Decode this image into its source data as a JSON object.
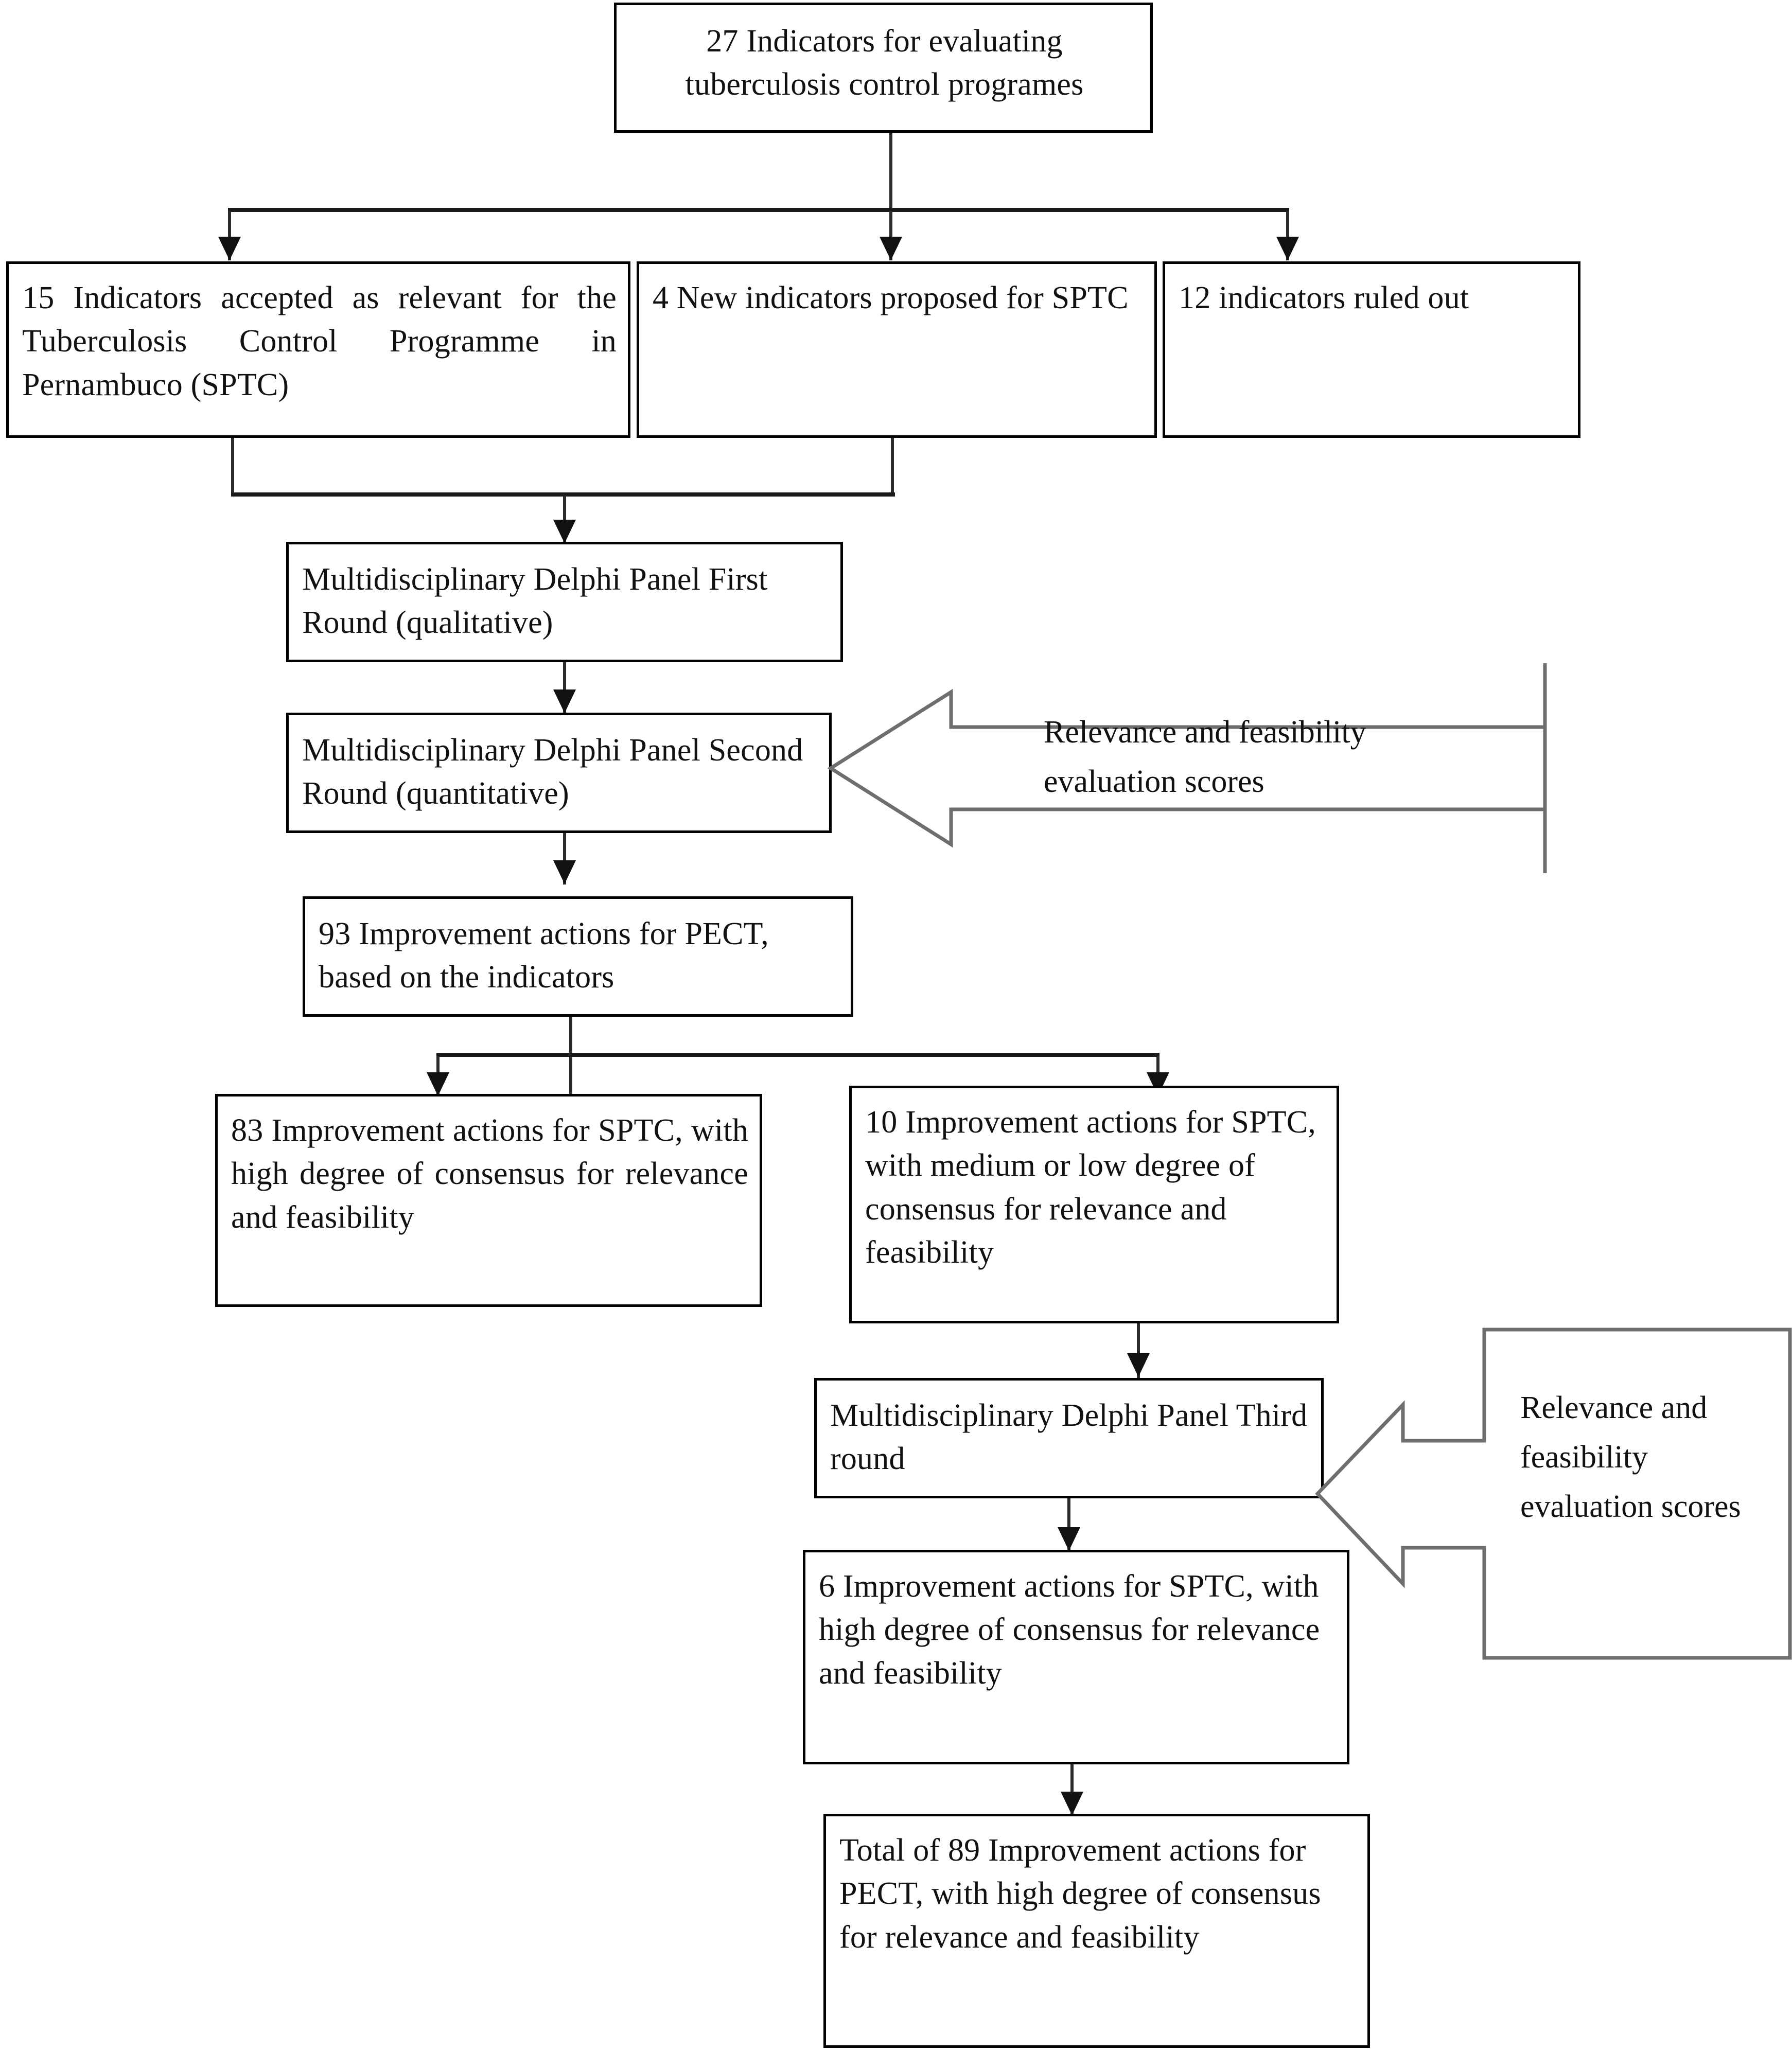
{
  "diagram": {
    "title": "Delphi study flowchart for tuberculosis control programme indicators",
    "colors": {
      "box_border": "#000000",
      "connector": "#1a1a1a",
      "callout_border": "#6e6e6e",
      "background": "#ffffff"
    },
    "nodes": {
      "indicators_total": "27 Indicators for evaluating tuberculosis control programes",
      "indicators_accepted": "15 Indicators accepted as relevant for the Tuberculosis Control Programme in Pernambuco (SPTC)",
      "indicators_new": "4 New indicators proposed for SPTC",
      "indicators_ruled_out": "12 indicators ruled out",
      "delphi_round1": "Multidisciplinary Delphi Panel First Round (qualitative)",
      "delphi_round2": "Multidisciplinary Delphi Panel Second Round (quantitative)",
      "actions_93": "93 Improvement actions for PECT, based on the indicators",
      "actions_83": "83 Improvement actions for SPTC, with high degree of consensus for relevance and feasibility",
      "actions_10": "10 Improvement actions for SPTC, with medium or low degree of consensus for relevance and feasibility",
      "delphi_round3": "Multidisciplinary Delphi Panel Third round",
      "actions_6": "6 Improvement actions for SPTC, with high degree of consensus for relevance and feasibility",
      "actions_total_89": "Total of 89 Improvement actions for PECT, with high degree of consensus for relevance and feasibility"
    },
    "callouts": {
      "scores_round2": "Relevance and feasibility evaluation scores",
      "scores_round3": "Relevance and feasibility evaluation scores"
    }
  }
}
